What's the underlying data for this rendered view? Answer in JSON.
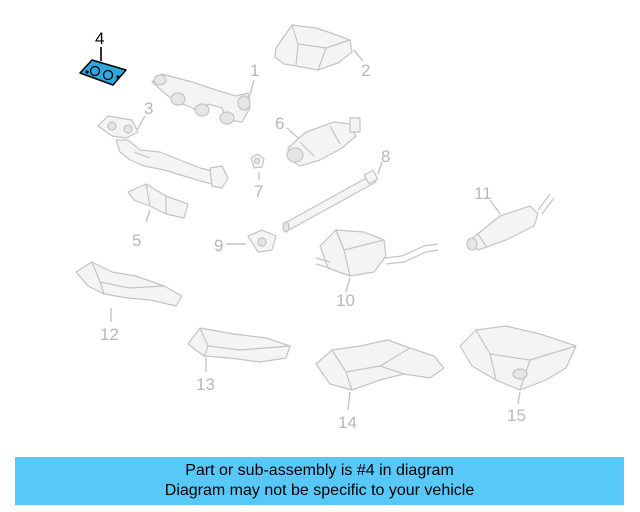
{
  "colors": {
    "banner_bg": "#58c8f8",
    "highlight": "#2ea8df",
    "part_outline": "#c4c4c4",
    "part_fill": "#f4f4f4"
  },
  "callouts": {
    "c1": "1",
    "c2": "2",
    "c3": "3",
    "c4": "4",
    "c5": "5",
    "c6": "6",
    "c7": "7",
    "c8": "8",
    "c9": "9",
    "c10": "10",
    "c11": "11",
    "c12": "12",
    "c13": "13",
    "c14": "14",
    "c15": "15"
  },
  "highlighted_part": "4",
  "banner": {
    "line1": "Part or sub-assembly is #4 in diagram",
    "line2": "Diagram may not be specific to your vehicle"
  }
}
